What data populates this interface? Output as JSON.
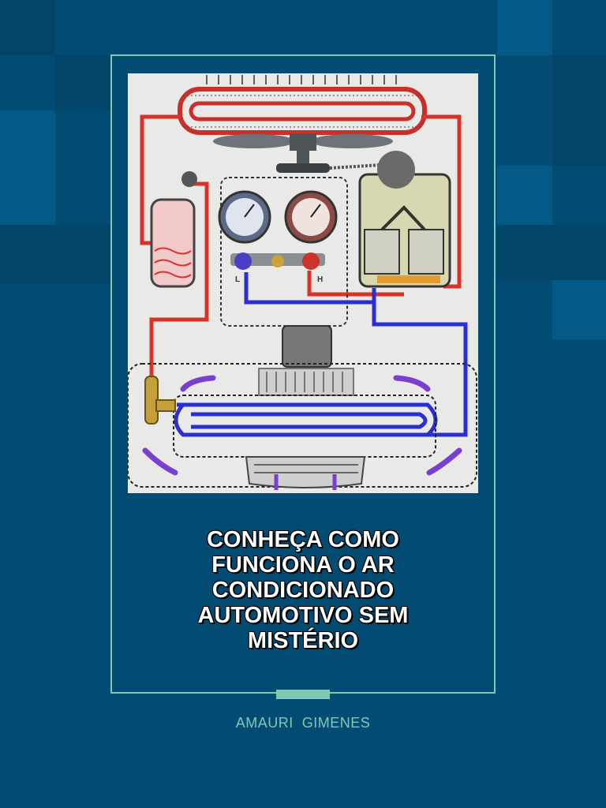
{
  "cover": {
    "title_lines": [
      "CONHEÇA COMO",
      "FUNCIONA O AR",
      "CONDICIONADO",
      "AUTOMOTIVO SEM",
      "MISTÉRIO"
    ],
    "author": "AMAURI  GIMENES"
  },
  "diagram": {
    "gauge_low_letter": "L",
    "gauge_high_letter": "H"
  },
  "colors": {
    "background": "#024b73",
    "accent": "#7fc9b3",
    "hot_line": "#d8322a",
    "cold_line": "#2b2fd0"
  }
}
